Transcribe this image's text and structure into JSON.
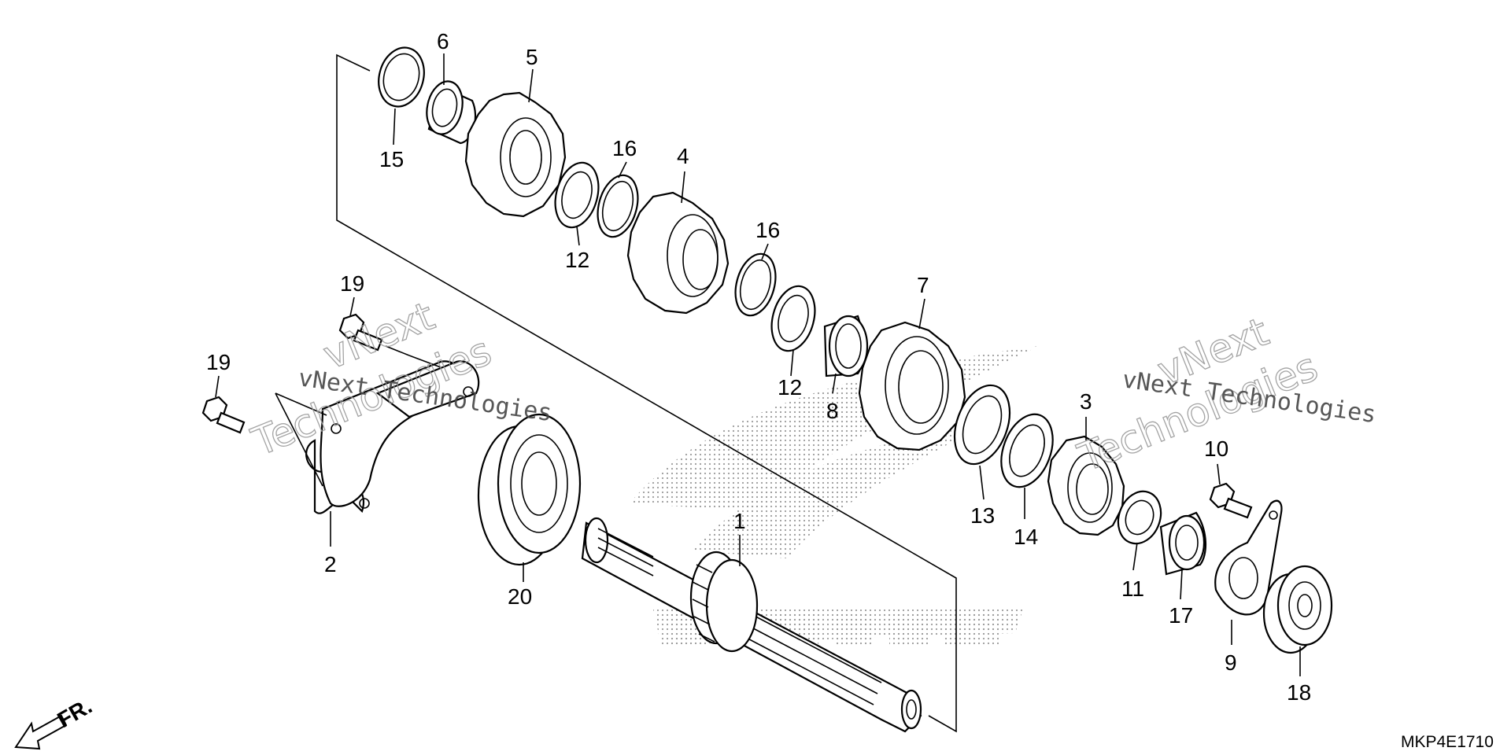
{
  "diagram_code": "MKP4E1710",
  "direction_label": "FR.",
  "watermark": {
    "line": "vNext Technologies",
    "word1": "vNext",
    "word2": "Technologies"
  },
  "callouts": {
    "c1": "1",
    "c2": "2",
    "c3": "3",
    "c4": "4",
    "c5": "5",
    "c6": "6",
    "c7": "7",
    "c8": "8",
    "c9": "9",
    "c10": "10",
    "c11": "11",
    "c12a": "12",
    "c12b": "12",
    "c13": "13",
    "c14": "14",
    "c15": "15",
    "c16a": "16",
    "c16b": "16",
    "c17": "17",
    "c18": "18",
    "c19a": "19",
    "c19b": "19",
    "c20": "20"
  }
}
